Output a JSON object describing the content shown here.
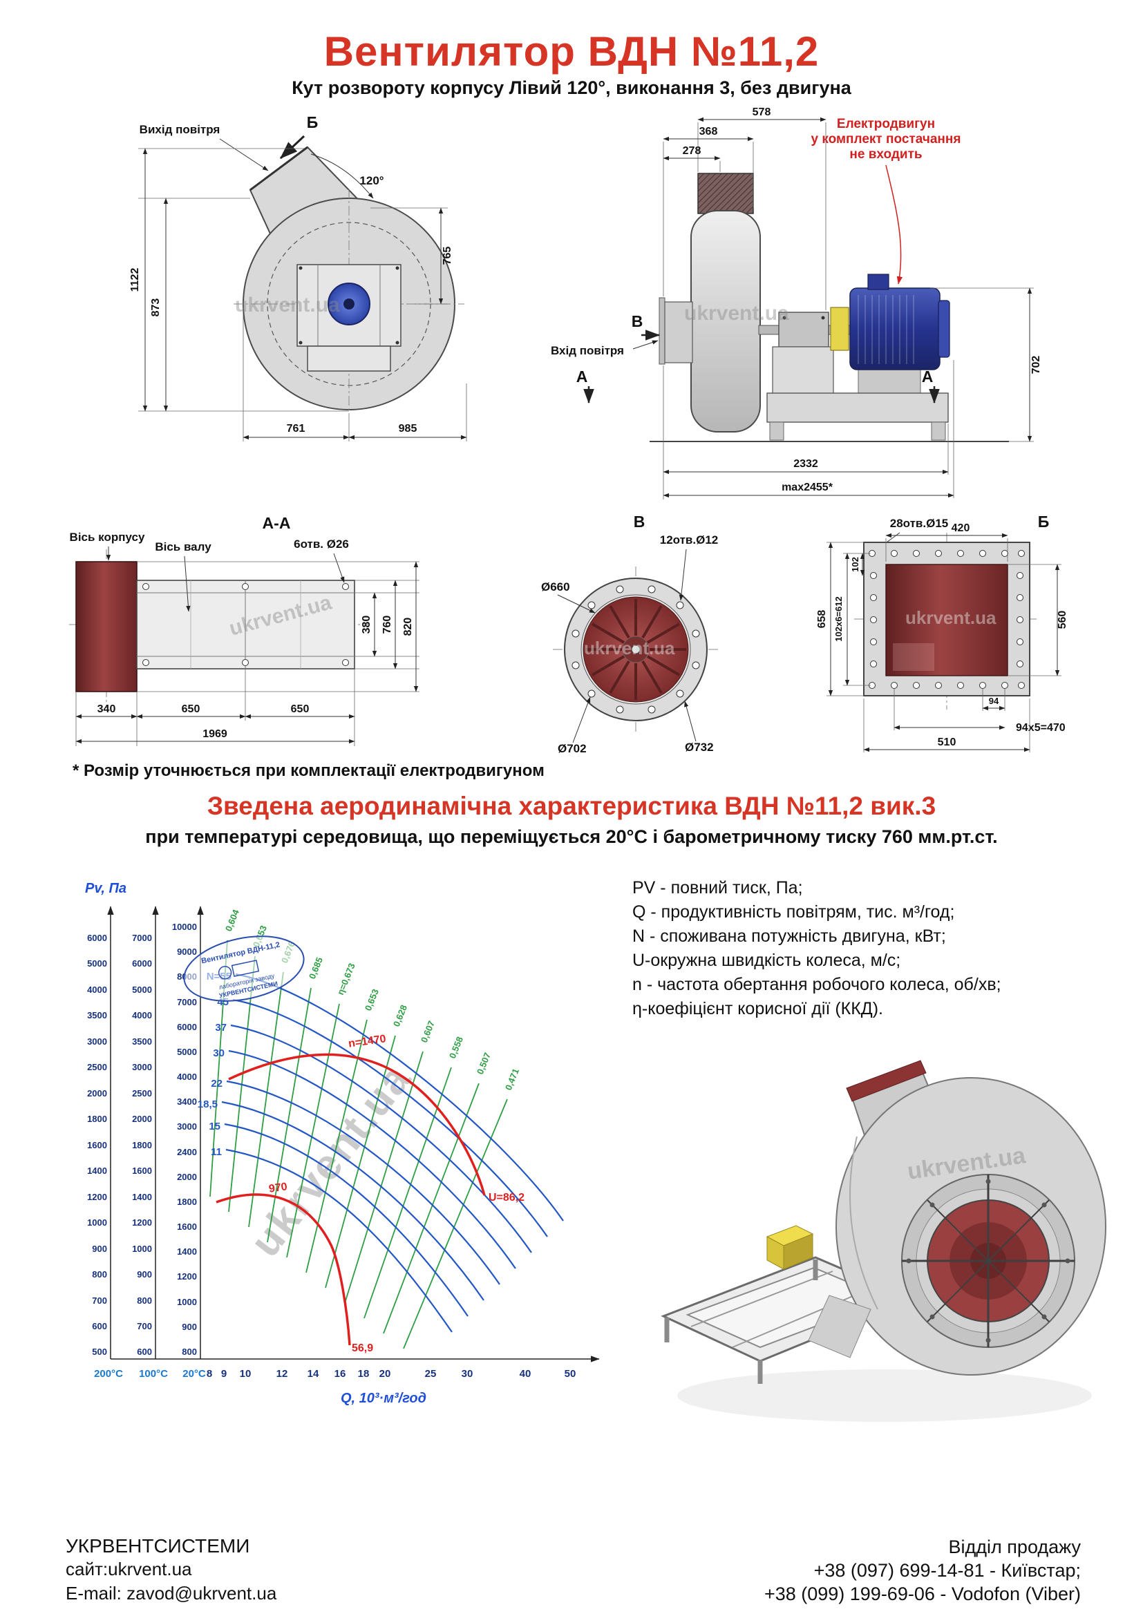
{
  "header": {
    "title": "Вентилятор ВДН №11,2",
    "subtitle": "Кут розвороту корпусу Лівий 120°, виконання 3, без двигуна"
  },
  "watermark": "ukrvent.ua",
  "drawing_scroll_view": {
    "air_out_label": "Вихід повітря",
    "view_label": "Б",
    "angle_label": "120°",
    "dim_total_height": "1122",
    "dim_bottom_height": "873",
    "dim_left_width": "761",
    "dim_right_width": "985",
    "dim_outlet": "765"
  },
  "drawing_side_view": {
    "view_label": "В",
    "air_in_label": "Вхід повітря",
    "section_marker": "А",
    "motor_note": [
      "Електродвигун",
      "у комплект постачання",
      "не входить"
    ],
    "dim_578": "578",
    "dim_368": "368",
    "dim_278": "278",
    "dim_2332": "2332",
    "dim_max": "max2455*",
    "dim_702": "702"
  },
  "section_aa": {
    "label": "А-А",
    "housing_axis_label": "Вісь корпусу",
    "shaft_axis_label": "Вісь валу",
    "holes_label": "6отв. Ø26",
    "dim_380": "380",
    "dim_760": "760",
    "dim_820": "820",
    "dim_340": "340",
    "dim_650a": "650",
    "dim_650b": "650",
    "dim_1969": "1969"
  },
  "view_v": {
    "label": "В",
    "holes_label": "12отв.Ø12",
    "dim_d660": "Ø660",
    "dim_d702": "Ø702",
    "dim_d732": "Ø732"
  },
  "view_b": {
    "label": "Б",
    "holes_label": "28отв.Ø15",
    "dim_420": "420",
    "dim_658": "658",
    "dim_102x6": "102х6=612",
    "dim_102": "102",
    "dim_560": "560",
    "dim_94": "94",
    "dim_94x5": "94х5=470",
    "dim_510": "510"
  },
  "footnote": "* Розмір уточнюється при комплектації електродвигуном",
  "chart_section": {
    "heading": "Зведена аеродинамічна характеристика ВДН №11,2 вик.3",
    "subheading": "при температурі середовища, що переміщується 20°С і барометричному тиску 760 мм.рт.ст."
  },
  "legend_lines": [
    "PV - повний тиск, Па;",
    "Q - продуктивність повітрям, тис. м³/год;",
    "N - споживана потужність двигуна, кВт;",
    "U-окружна швидкість колеса, м/с;",
    "n - частота обертання робочого колеса, об/хв;",
    "η-коефіцієнт корисної дії (ККД)."
  ],
  "chart_data": {
    "type": "line",
    "title": "Зведена аеродинамічна характеристика ВДН №11,2 вик.3",
    "xlabel": "Q, 10³·м³/год",
    "ylabel": "Pv, Па",
    "x_scale": "log",
    "y_scale": "log",
    "x_ticks": [
      8,
      9,
      10,
      12,
      14,
      16,
      18,
      20,
      25,
      30,
      40,
      50
    ],
    "y_axes": [
      {
        "temperature": "200°C",
        "ticks": [
          6000,
          5000,
          4000,
          3500,
          3000,
          2500,
          2000,
          1800,
          1600,
          1400,
          1200,
          1000,
          900,
          800,
          700,
          600,
          500
        ]
      },
      {
        "temperature": "100°C",
        "ticks": [
          7000,
          6000,
          5000,
          4000,
          3500,
          3000,
          2500,
          2000,
          1800,
          1600,
          1400,
          1200,
          1000,
          900,
          800,
          700,
          600
        ]
      },
      {
        "temperature": "20°C",
        "ticks": [
          10000,
          9000,
          8000,
          7000,
          6000,
          5000,
          4000,
          3400,
          3000,
          2400,
          2000,
          1800,
          1600,
          1400,
          1200,
          1000,
          900,
          800
        ]
      }
    ],
    "power_curve_labels": [
      "N=55",
      "45",
      "37",
      "30",
      "22",
      "18,5",
      "15",
      "11"
    ],
    "efficiency_lines": [
      "0,604",
      "0,653",
      "0,676",
      "0,685",
      "η=0,673",
      "0,653",
      "0,628",
      "0,607",
      "0,558",
      "0,507",
      "0,471"
    ],
    "speed_curves": [
      {
        "label": "n=1470",
        "end_label": "U=86,2"
      },
      {
        "label": "970",
        "end_label": "56,9"
      }
    ],
    "stamp": {
      "line1": "Вентилятор ВДН-11,2",
      "line2": "лабораторія заводу",
      "line3": "УКРВЕНТСИСТЕМИ"
    }
  },
  "footer": {
    "company": "УКРВЕНТСИСТЕМИ",
    "site": "сайт:ukrvent.ua",
    "email": "E-mail: zavod@ukrvent.ua",
    "sales_dept": "Відділ продажу",
    "phone_1": "+38 (097) 699-14-81 - Київстар;",
    "phone_2": "+38 (099) 199-69-06 - Vodofon (Viber)"
  }
}
